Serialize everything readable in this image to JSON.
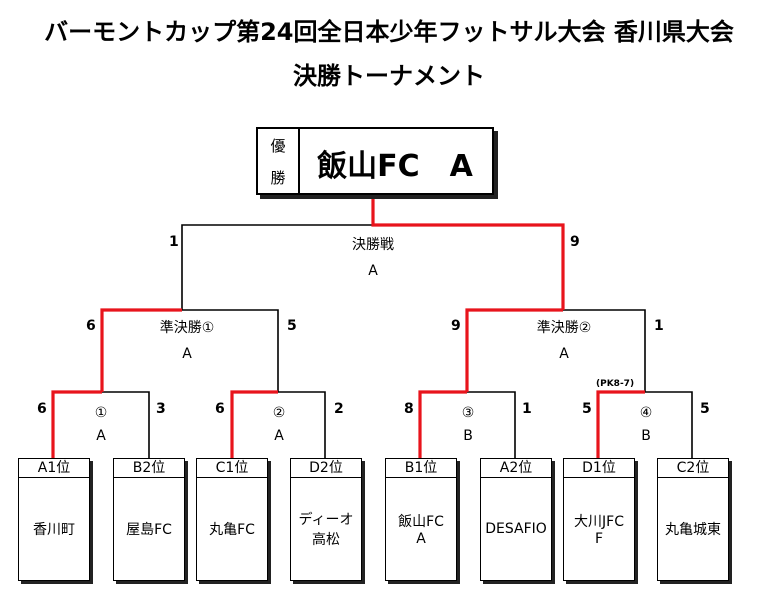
{
  "title": {
    "line1": "バーモントカップ第24回全日本少年フットサル大会 香川県大会",
    "line2": "決勝トーナメント"
  },
  "champion": {
    "mark_top": "優",
    "mark_bottom": "勝",
    "name": "飯山FC　A"
  },
  "final": {
    "label": "決勝戦",
    "court": "A",
    "score_left": "1",
    "score_right": "9"
  },
  "semis": [
    {
      "label": "準決勝①",
      "court": "A",
      "score_left": "6",
      "score_right": "5"
    },
    {
      "label": "準決勝②",
      "court": "A",
      "score_left": "9",
      "score_right": "1"
    }
  ],
  "quarters": [
    {
      "label": "①",
      "court": "A",
      "score_left": "6",
      "score_right": "3",
      "note": ""
    },
    {
      "label": "②",
      "court": "A",
      "score_left": "6",
      "score_right": "2",
      "note": ""
    },
    {
      "label": "③",
      "court": "B",
      "score_left": "8",
      "score_right": "1",
      "note": ""
    },
    {
      "label": "④",
      "court": "B",
      "score_left": "5",
      "score_right": "5",
      "note": "(PK8-7)"
    }
  ],
  "teams": [
    {
      "seed": "A1位",
      "lines": [
        "香川町"
      ]
    },
    {
      "seed": "B2位",
      "lines": [
        "屋島FC"
      ]
    },
    {
      "seed": "C1位",
      "lines": [
        "丸亀FC"
      ]
    },
    {
      "seed": "D2位",
      "lines": [
        "ディーオ",
        "高松"
      ]
    },
    {
      "seed": "B1位",
      "lines": [
        "飯山FC",
        "A"
      ]
    },
    {
      "seed": "A2位",
      "lines": [
        "DESAFIO"
      ]
    },
    {
      "seed": "D1位",
      "lines": [
        "大川JFC",
        "F"
      ]
    },
    {
      "seed": "C2位",
      "lines": [
        "丸亀城東"
      ]
    }
  ],
  "colors": {
    "winner_line": "#e8141c",
    "loser_line": "#000000"
  }
}
